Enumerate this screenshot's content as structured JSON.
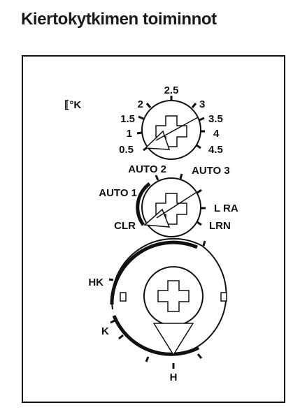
{
  "title": "Kiertokytkimen toiminnot",
  "dial_temperature": {
    "unit_label": "⟦°K",
    "ticks": [
      "0.5",
      "1",
      "1.5",
      "2",
      "2.5",
      "3",
      "3.5",
      "4",
      "4.5"
    ]
  },
  "dial_mode": {
    "positions": [
      "CLR",
      "AUTO 1",
      "AUTO 2",
      "AUTO 3",
      "L RA",
      "LRN"
    ]
  },
  "dial_main": {
    "positions": [
      "HK",
      "K",
      "H"
    ]
  }
}
